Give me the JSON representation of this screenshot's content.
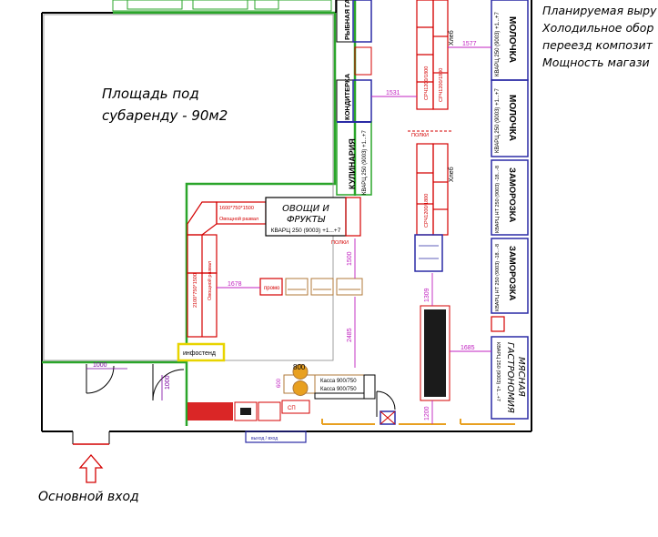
{
  "notes": {
    "line1": "Планируемая выру",
    "line2": "Холодильное обор",
    "line3": "переезд композит",
    "line4": "Мощность магази"
  },
  "sublease": {
    "line1": "Площадь под",
    "line2": "субаренду - 90м2"
  },
  "entrance": {
    "label": "Основной вход"
  },
  "zones": {
    "fish": "РЫБНАЯ ГАСТ-МИЯ",
    "konditer": "КОНДИТЕРКА",
    "kulinaria": "КУЛИНАРИЯ",
    "kulinaria_sub": "КВАРЦ 250 (9003) +1...+7",
    "vegetables_1": "ОВОЩИ И",
    "vegetables_2": "ФРУКТЫ",
    "vegetables_sub": "КВАРЦ 250 (9003) +1...+7",
    "milk1": "МОЛОЧКА",
    "milk1_sub": "КВАРЦ 250 (9003) +1...+7",
    "milk2": "МОЛОЧКА",
    "milk2_sub": "КВАРЦ 250 (9003) +1...+7",
    "frozen1": "ЗАМОРОЗКА",
    "frozen1_sub": "КВАРЦ НТ 250 (9003) -18...-8",
    "frozen2": "ЗАМОРОЗКА",
    "frozen2_sub": "КВАРЦ НТ 250 (9003) -18...-8",
    "meat_1": "МЯСНАЯ",
    "meat_2": "ГАСТРОНОМИЯ",
    "meat_sub": "КВАРЦ 250 (9003) +1...+7",
    "bread1": "Хлеб",
    "bread2": "Хлеб"
  },
  "equipment": {
    "veg_rack_1": "1600*750*1500",
    "veg_rack_1_sub": "Овощной развал",
    "veg_rack_2": "2100*750*1500",
    "veg_rack_2_sub": "Овощной развал",
    "promo": "промо",
    "infostand": "инфостенд",
    "cash1": "Касса 900/750",
    "cash2": "Касса 900/750",
    "pos": "СП",
    "shelf_label": "ПОЛКИ",
    "shelf_label_2": "ПОЛКИ",
    "gondola_a": "СРЧ1200/1800",
    "gondola_b": "СРЧ1200/1800",
    "gondola_c": "СРЧ1200/1800",
    "exit_note": "выход / вход"
  },
  "dimensions": {
    "d1577": "1577",
    "d1531": "1531",
    "d1678": "1678",
    "d1500": "1500",
    "d2485": "2485",
    "d1309": "1309",
    "d1685": "1685",
    "d1200": "1200",
    "d1000a": "1000",
    "d1000b": "1000",
    "d800": "800",
    "d600": "600"
  }
}
